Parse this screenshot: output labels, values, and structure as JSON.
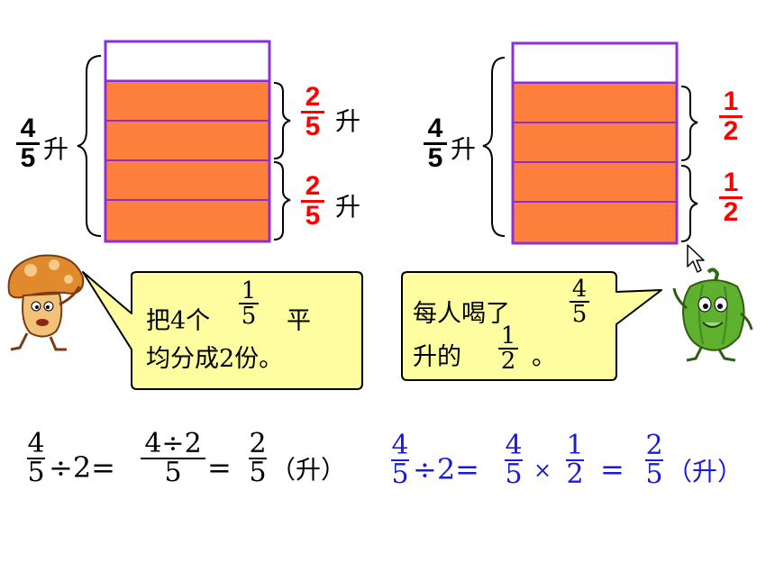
{
  "left_diagram": {
    "total_label": {
      "numerator": "4",
      "denominator": "5",
      "unit": "升"
    },
    "part_labels": [
      {
        "numerator": "2",
        "denominator": "5",
        "unit": "升"
      },
      {
        "numerator": "2",
        "denominator": "5",
        "unit": "升"
      }
    ]
  },
  "right_diagram": {
    "total_label": {
      "numerator": "4",
      "denominator": "5",
      "unit": "升"
    },
    "part_labels": [
      {
        "numerator": "1",
        "denominator": "2"
      },
      {
        "numerator": "1",
        "denominator": "2"
      }
    ]
  },
  "left_bubble": {
    "line1_prefix": "把4个",
    "fraction": {
      "numerator": "1",
      "denominator": "5"
    },
    "line1_suffix": "平",
    "line2": "均分成2份。"
  },
  "right_bubble": {
    "line1": "每人喝了",
    "fraction1": {
      "numerator": "4",
      "denominator": "5"
    },
    "line2_prefix": "升的",
    "fraction2": {
      "numerator": "1",
      "denominator": "2"
    },
    "line2_suffix": "。"
  },
  "equation_left": {
    "f1": {
      "numerator": "4",
      "denominator": "5"
    },
    "op1": "÷2=",
    "f2": {
      "numerator": "4÷2",
      "denominator": "5"
    },
    "op2": "=",
    "f3": {
      "numerator": "2",
      "denominator": "5"
    },
    "unit": "（升）"
  },
  "equation_right": {
    "f1": {
      "numerator": "4",
      "denominator": "5"
    },
    "op1": "÷2=",
    "f2": {
      "numerator": "4",
      "denominator": "5"
    },
    "op2": "×",
    "f3": {
      "numerator": "1",
      "denominator": "2"
    },
    "op3": "=",
    "f4": {
      "numerator": "2",
      "denominator": "5"
    },
    "unit": "（升）"
  },
  "colors": {
    "fill": "#ff7f3c",
    "outline": "#8b2fd6",
    "bubble": "#fefda0",
    "fraction_red": "#ff0000",
    "equation_blue": "#1a1adc"
  },
  "icons": [
    "mushroom-character",
    "pepper-character",
    "mouse-cursor-icon"
  ]
}
